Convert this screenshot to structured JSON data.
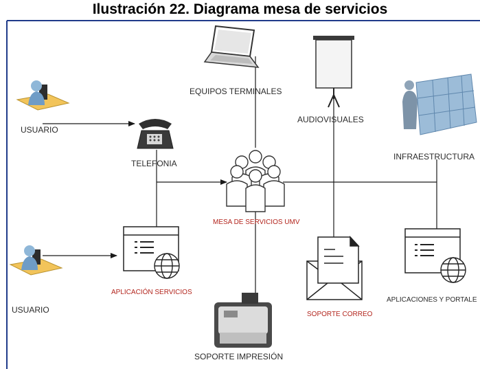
{
  "title": "Ilustración 22. Diagrama mesa de servicios",
  "nodes": {
    "usuario_top": "USUARIO",
    "telefonia": "TELEFONIA",
    "equipos": "EQUIPOS TERMINALES",
    "audiovisuales": "AUDIOVISUALES",
    "infraestructura": "INFRAESTRUCTURA",
    "mesa": "MESA DE SERVICIOS UMV",
    "aplicacion": "APLICACIÓN SERVICIOS",
    "usuario_bottom": "USUARIO",
    "impresion": "SOPORTE IMPRESIÓN",
    "correo": "SOPORTE CORREO",
    "portales": "APLICACIONES Y PORTALE"
  },
  "colors": {
    "line": "#1a1a1a",
    "frame": "#1f3a8a",
    "red_label": "#b3261e",
    "server": "#7ea6c8"
  }
}
